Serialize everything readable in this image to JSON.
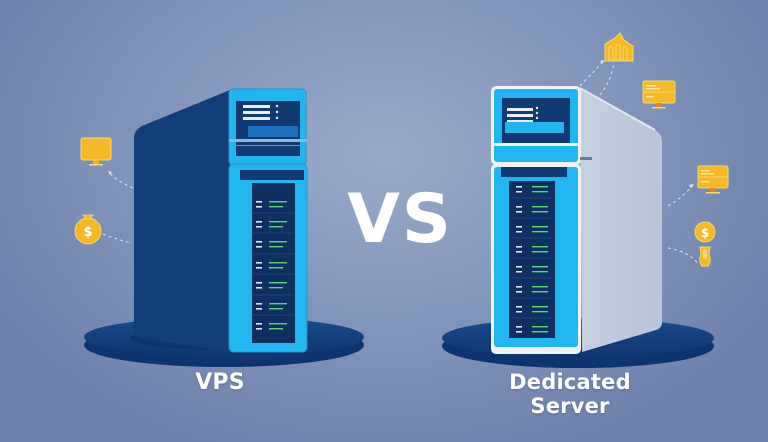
{
  "title": "VPS vs Dedicated Server",
  "left": {
    "label": "VPS",
    "icons": [
      "monitor-icon",
      "money-bag-icon"
    ]
  },
  "center": {
    "vs_text": "VS"
  },
  "right": {
    "label_line1": "Dedicated",
    "label_line2": "Server",
    "icons": [
      "building-icon",
      "dashboard-monitor-icon",
      "monitor-icon",
      "dollar-coin-icon",
      "key-icon"
    ]
  },
  "colors": {
    "background": "#8497bb",
    "server_dark": "#143f7c",
    "server_cyan": "#22b5f0",
    "server_white": "#ccd6e4",
    "platform": "#123f7f",
    "accent_gold": "#f3b928",
    "led_green": "#5fd37a"
  }
}
